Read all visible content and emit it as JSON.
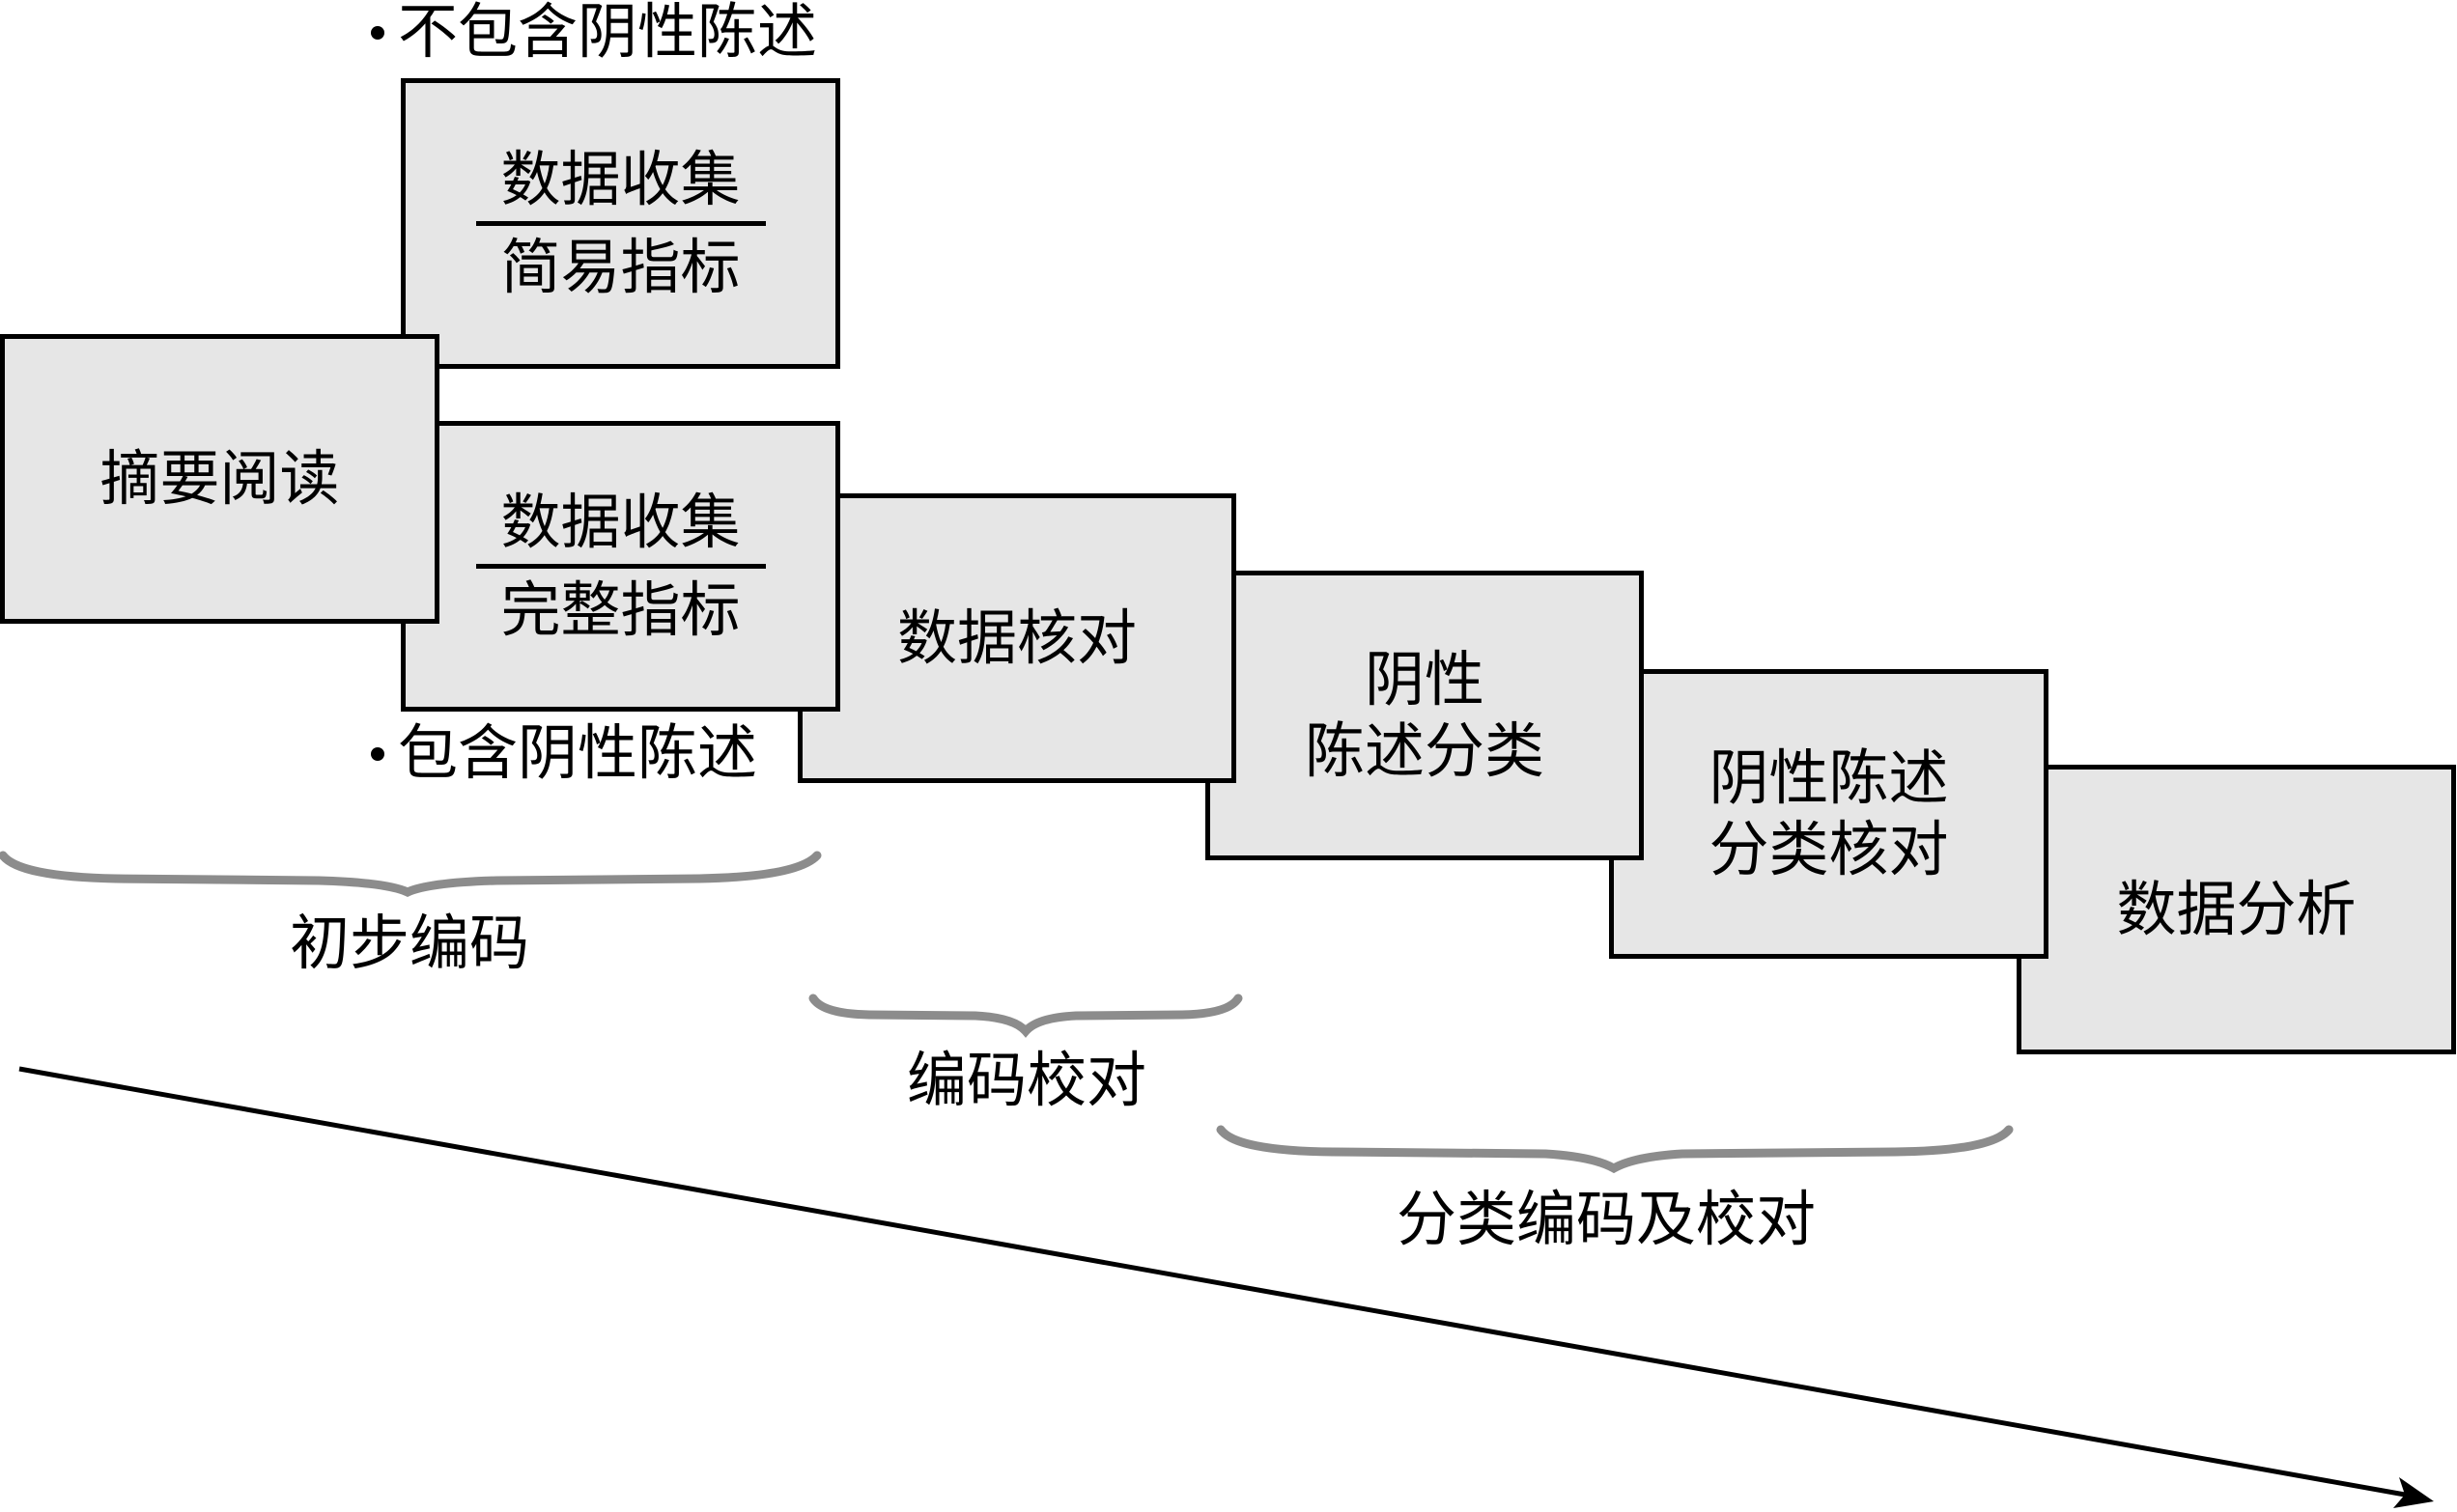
{
  "diagram": {
    "steps": [
      {
        "id": "abstract-reading",
        "lines": [
          "摘要阅读"
        ]
      },
      {
        "id": "data-collection-simple",
        "top": "数据收集",
        "bottom": "简易指标"
      },
      {
        "id": "data-collection-full",
        "top": "数据收集",
        "bottom": "完整指标"
      },
      {
        "id": "data-verification",
        "lines": [
          "数据核对"
        ]
      },
      {
        "id": "negative-statement-classification",
        "lines": [
          "阴性",
          "陈述分类"
        ]
      },
      {
        "id": "negative-statement-classification-check",
        "lines": [
          "阴性陈述",
          "分类核对"
        ]
      },
      {
        "id": "data-analysis",
        "lines": [
          "数据分析"
        ]
      }
    ],
    "notes": {
      "excludes_negative": "不包含阴性陈述",
      "includes_negative": "包含阴性陈述"
    },
    "phases": [
      {
        "label": "初步编码"
      },
      {
        "label": "编码校对"
      },
      {
        "label": "分类编码及校对"
      }
    ],
    "colors": {
      "box_fill": "#e6e6e6",
      "box_border": "#000000",
      "brace": "#8c8c8c",
      "arrow": "#000000"
    }
  }
}
